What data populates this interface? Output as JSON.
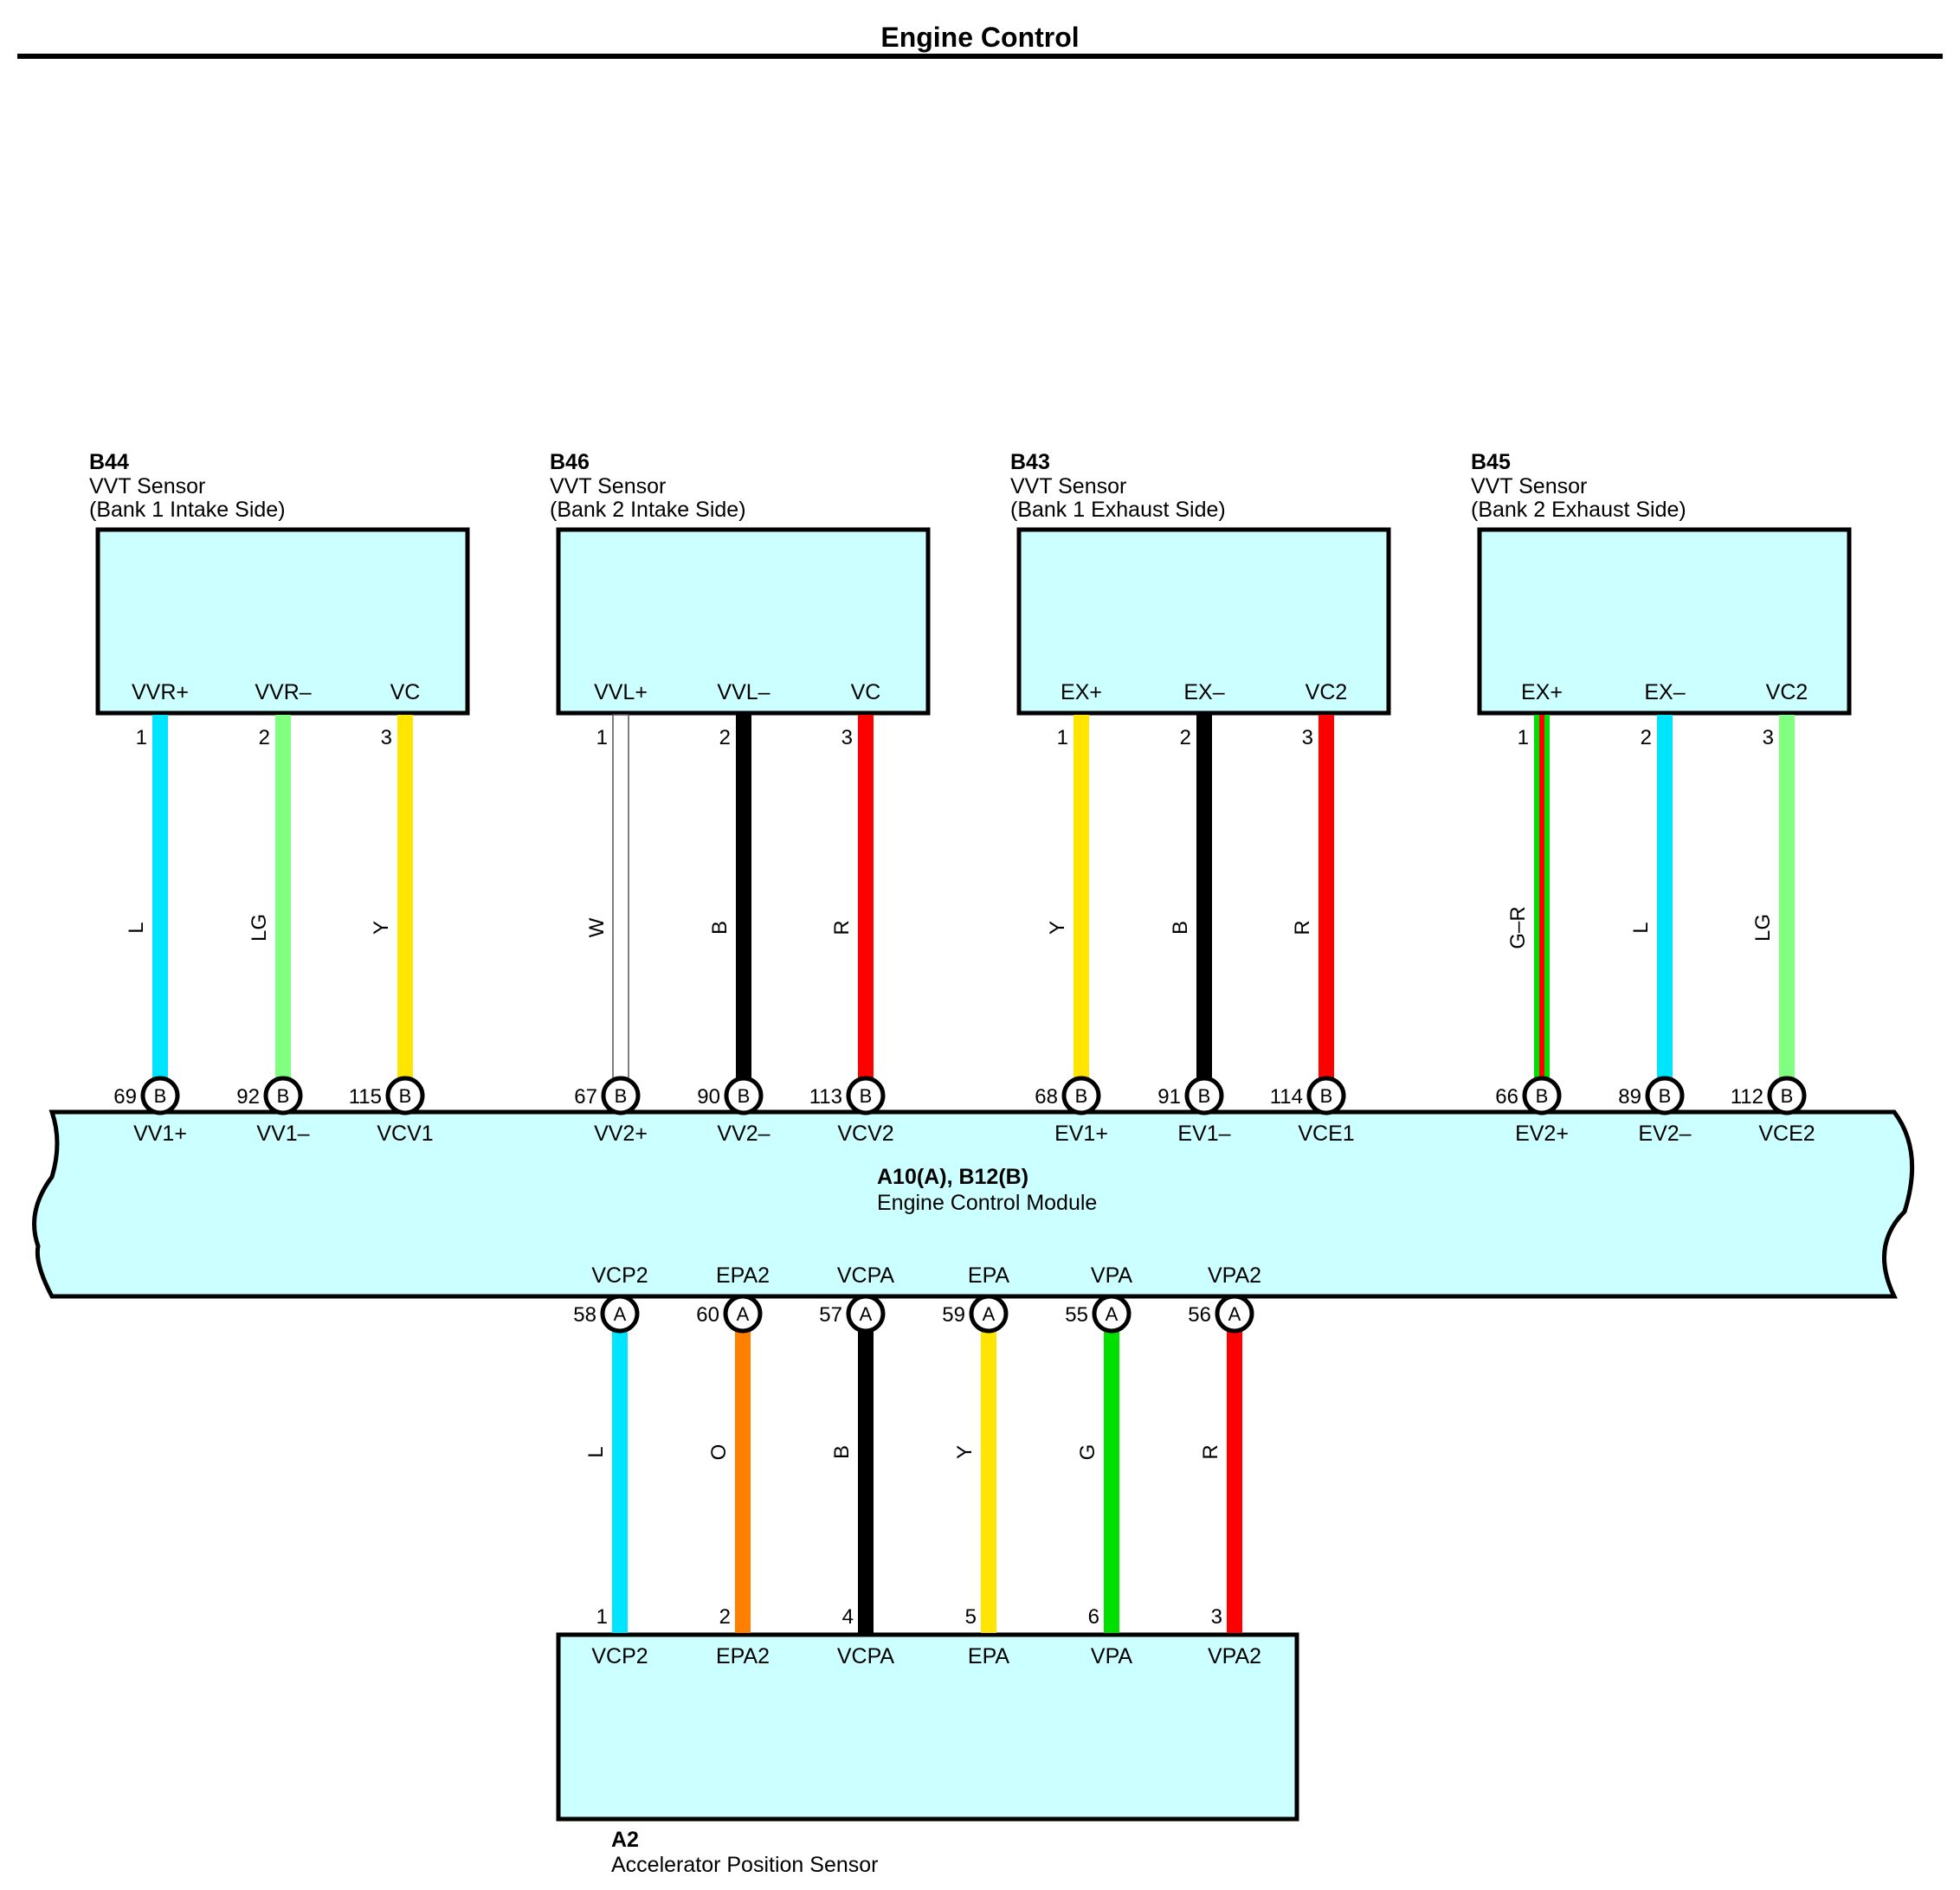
{
  "title": "Engine Control",
  "colors": {
    "component_fill": "#ccffff",
    "L": "#00e5ff",
    "LG": "#80ff80",
    "Y": "#ffe500",
    "W": "#ffffff",
    "B": "#000000",
    "R": "#ff0000",
    "G": "#00e000",
    "O": "#ff8000"
  },
  "ecm": {
    "code": "A10(A), B12(B)",
    "name": "Engine Control Module"
  },
  "sensors": [
    {
      "code": "B44",
      "name": "VVT Sensor",
      "sub": "(Bank 1 Intake Side)",
      "wires": [
        {
          "sensor_pin": "VVR+",
          "sensor_no": "1",
          "color": "L",
          "ecm_no": "69",
          "conn": "B",
          "ecm_pin": "VV1+"
        },
        {
          "sensor_pin": "VVR–",
          "sensor_no": "2",
          "color": "LG",
          "ecm_no": "92",
          "conn": "B",
          "ecm_pin": "VV1–"
        },
        {
          "sensor_pin": "VC",
          "sensor_no": "3",
          "color": "Y",
          "ecm_no": "115",
          "conn": "B",
          "ecm_pin": "VCV1"
        }
      ]
    },
    {
      "code": "B46",
      "name": "VVT Sensor",
      "sub": "(Bank 2 Intake Side)",
      "wires": [
        {
          "sensor_pin": "VVL+",
          "sensor_no": "1",
          "color": "W",
          "ecm_no": "67",
          "conn": "B",
          "ecm_pin": "VV2+"
        },
        {
          "sensor_pin": "VVL–",
          "sensor_no": "2",
          "color": "B",
          "ecm_no": "90",
          "conn": "B",
          "ecm_pin": "VV2–"
        },
        {
          "sensor_pin": "VC",
          "sensor_no": "3",
          "color": "R",
          "ecm_no": "113",
          "conn": "B",
          "ecm_pin": "VCV2"
        }
      ]
    },
    {
      "code": "B43",
      "name": "VVT Sensor",
      "sub": "(Bank 1 Exhaust Side)",
      "wires": [
        {
          "sensor_pin": "EX+",
          "sensor_no": "1",
          "color": "Y",
          "ecm_no": "68",
          "conn": "B",
          "ecm_pin": "EV1+"
        },
        {
          "sensor_pin": "EX–",
          "sensor_no": "2",
          "color": "B",
          "ecm_no": "91",
          "conn": "B",
          "ecm_pin": "EV1–"
        },
        {
          "sensor_pin": "VC2",
          "sensor_no": "3",
          "color": "R",
          "ecm_no": "114",
          "conn": "B",
          "ecm_pin": "VCE1"
        }
      ]
    },
    {
      "code": "B45",
      "name": "VVT Sensor",
      "sub": "(Bank 2 Exhaust Side)",
      "wires": [
        {
          "sensor_pin": "EX+",
          "sensor_no": "1",
          "color": "G–R",
          "ecm_no": "66",
          "conn": "B",
          "ecm_pin": "EV2+"
        },
        {
          "sensor_pin": "EX–",
          "sensor_no": "2",
          "color": "L",
          "ecm_no": "89",
          "conn": "B",
          "ecm_pin": "EV2–"
        },
        {
          "sensor_pin": "VC2",
          "sensor_no": "3",
          "color": "LG",
          "ecm_no": "112",
          "conn": "B",
          "ecm_pin": "VCE2"
        }
      ]
    }
  ],
  "aps": {
    "code": "A2",
    "name": "Accelerator Position Sensor",
    "wires": [
      {
        "ecm_pin": "VCP2",
        "ecm_no": "58",
        "conn": "A",
        "color": "L",
        "sensor_no": "1",
        "sensor_pin": "VCP2"
      },
      {
        "ecm_pin": "EPA2",
        "ecm_no": "60",
        "conn": "A",
        "color": "O",
        "sensor_no": "2",
        "sensor_pin": "EPA2"
      },
      {
        "ecm_pin": "VCPA",
        "ecm_no": "57",
        "conn": "A",
        "color": "B",
        "sensor_no": "4",
        "sensor_pin": "VCPA"
      },
      {
        "ecm_pin": "EPA",
        "ecm_no": "59",
        "conn": "A",
        "color": "Y",
        "sensor_no": "5",
        "sensor_pin": "EPA"
      },
      {
        "ecm_pin": "VPA",
        "ecm_no": "55",
        "conn": "A",
        "color": "G",
        "sensor_no": "6",
        "sensor_pin": "VPA"
      },
      {
        "ecm_pin": "VPA2",
        "ecm_no": "56",
        "conn": "A",
        "color": "R",
        "sensor_no": "3",
        "sensor_pin": "VPA2"
      }
    ]
  }
}
